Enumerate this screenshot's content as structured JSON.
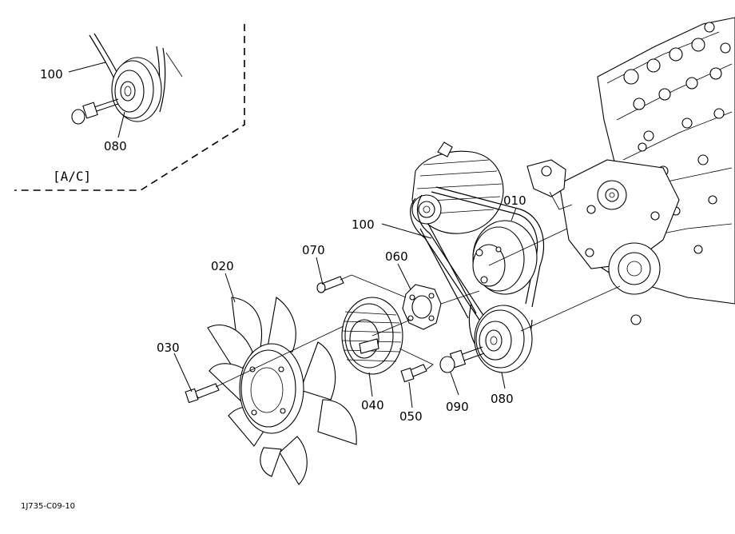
{
  "diagram": {
    "callouts": {
      "c100_inset": "100",
      "c080_inset": "080",
      "c010": "010",
      "c100": "100",
      "c070": "070",
      "c060": "060",
      "c020": "020",
      "c030": "030",
      "c040": "040",
      "c050": "050",
      "c090": "090",
      "c080": "080"
    },
    "inset_label": "[A/C]",
    "drawing_code": "1J735-C09-10"
  }
}
